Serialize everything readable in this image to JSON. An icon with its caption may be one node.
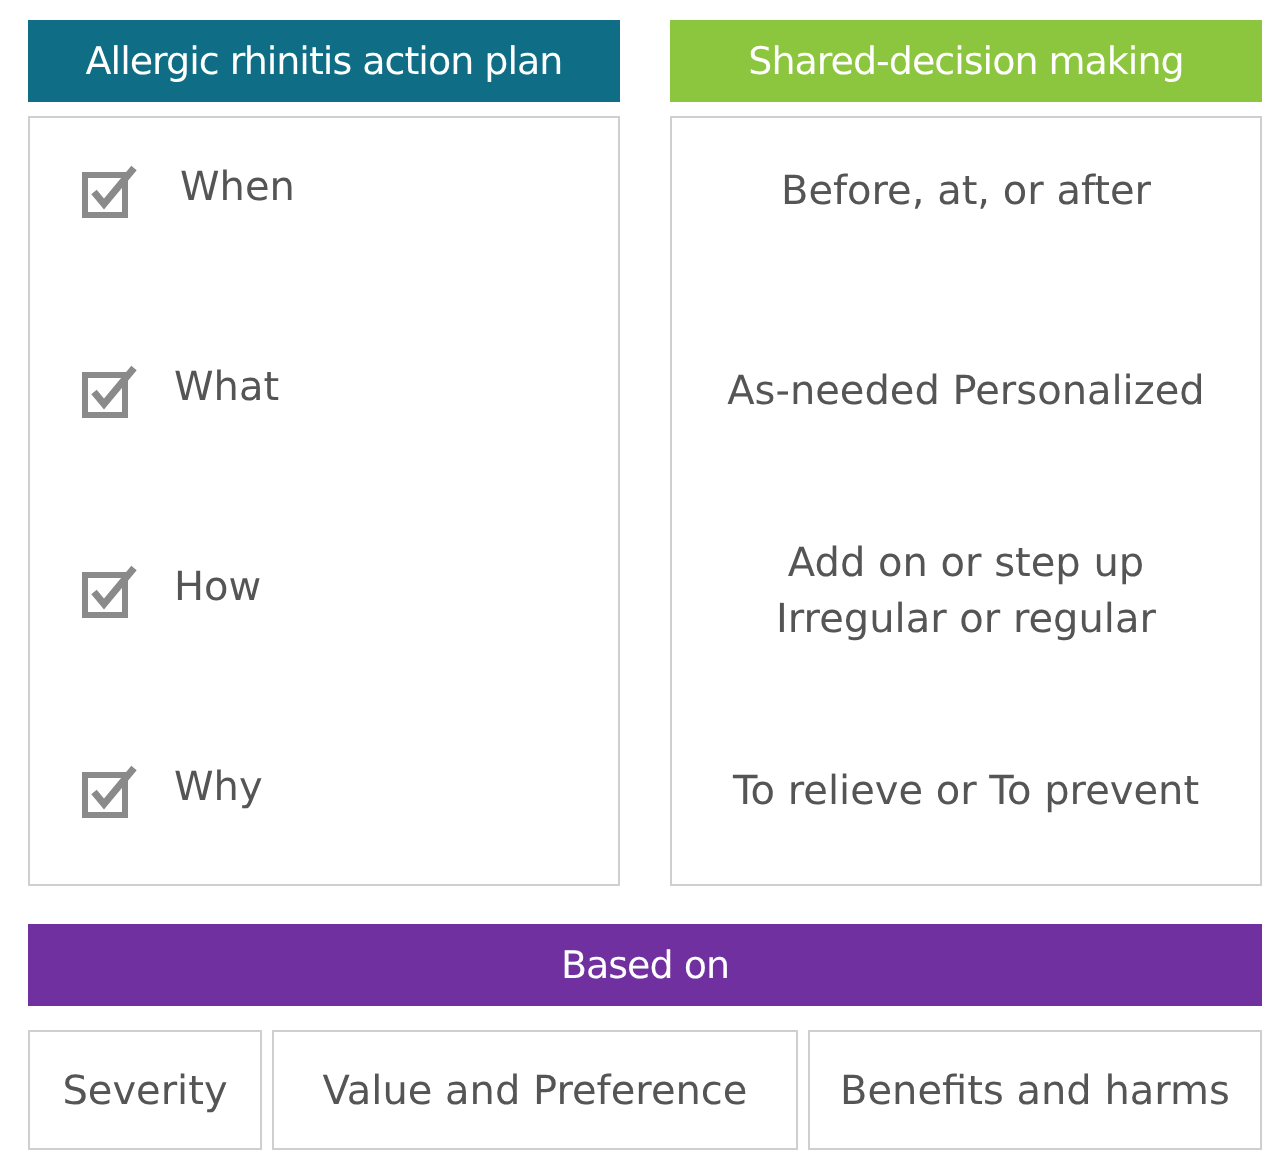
{
  "diagram": {
    "nodes": [
      {
        "text": [
          "Allergic rhinitis action plan"
        ]
      },
      {
        "text": [
          "Shared-decision making"
        ]
      },
      {
        "text": [
          "When",
          "What",
          "How",
          "Why"
        ]
      },
      {
        "text": [
          "Before, at, or after",
          "As-needed Personalized",
          "Add on or step up Irregular or regular",
          "To relieve or To prevent"
        ]
      },
      {
        "text": [
          "Based on"
        ]
      },
      {
        "text": [
          "Severity"
        ]
      },
      {
        "text": [
          "Value and Preference"
        ]
      },
      {
        "text": [
          "Benefits and harms"
        ]
      }
    ]
  }
}
